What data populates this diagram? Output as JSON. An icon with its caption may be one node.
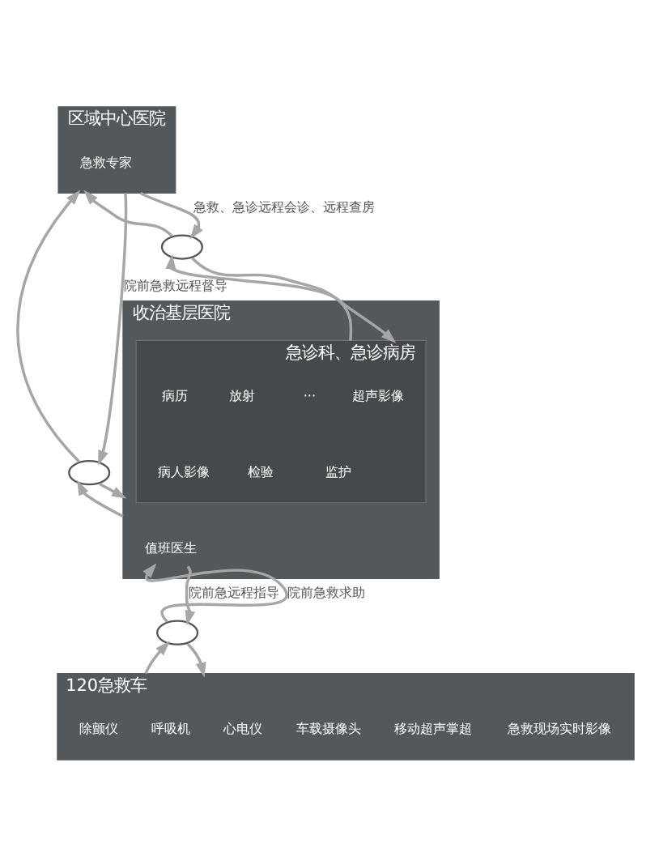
{
  "diagram": {
    "nodes": [
      {
        "text": [
          "区域中心医院"
        ]
      },
      {
        "text": [
          "急救专家"
        ],
        "in": 0
      },
      {
        "text": [],
        "shape": "cloud"
      },
      {
        "text": [],
        "shape": "cloud"
      },
      {
        "text": [
          "收治基层医院"
        ]
      },
      {
        "text": [
          "值班医生"
        ],
        "in": 4
      },
      {
        "text": [
          "急诊科、急诊病房"
        ],
        "in": 4
      },
      {
        "text": [
          "超声影像"
        ],
        "in": 6
      },
      {
        "text": [
          "病历"
        ],
        "in": 6
      },
      {
        "text": [
          "放射"
        ],
        "in": 6
      },
      {
        "text": [
          "···"
        ],
        "in": 6
      },
      {
        "text": [
          "监护"
        ],
        "in": 6
      },
      {
        "text": [
          "病人影像"
        ],
        "in": 6
      },
      {
        "text": [
          "检验"
        ],
        "in": 6
      },
      {
        "text": [],
        "shape": "cloud"
      },
      {
        "text": [
          "120急救车"
        ]
      },
      {
        "text": [
          "除颤仪"
        ],
        "in": 15
      },
      {
        "text": [
          "呼吸机"
        ],
        "in": 15
      },
      {
        "text": [
          "心电仪"
        ],
        "in": 15
      },
      {
        "text": [
          "车载摄像头"
        ],
        "in": 15
      },
      {
        "text": [
          "移动超声掌超"
        ],
        "in": 15
      },
      {
        "text": [
          "急救现场实时影像"
        ],
        "in": 15
      }
    ],
    "edges": [
      {
        "from": 2,
        "to": 0,
        "arrow": "to"
      },
      {
        "from": 0,
        "to": 2,
        "arrow": "to",
        "label": "院前急救远程督导"
      },
      {
        "from": 3,
        "to": 0,
        "arrow": "to"
      },
      {
        "from": 0,
        "to": 3,
        "arrow": "to",
        "label": "急救、急诊远程会诊、远程查房"
      },
      {
        "from": 4,
        "to": 2,
        "arrow": "to"
      },
      {
        "from": 2,
        "to": 4,
        "arrow": "to"
      },
      {
        "from": 6,
        "to": 3,
        "arrow": "to"
      },
      {
        "from": 3,
        "to": 6,
        "arrow": "to"
      },
      {
        "from": 14,
        "to": 5,
        "arrow": "to",
        "label": "院前急救求助"
      },
      {
        "from": 5,
        "to": 14,
        "arrow": "to",
        "label": "院前急远程指导"
      },
      {
        "from": 15,
        "to": 14,
        "arrow": "to"
      },
      {
        "from": 14,
        "to": 15,
        "arrow": "to"
      }
    ]
  }
}
